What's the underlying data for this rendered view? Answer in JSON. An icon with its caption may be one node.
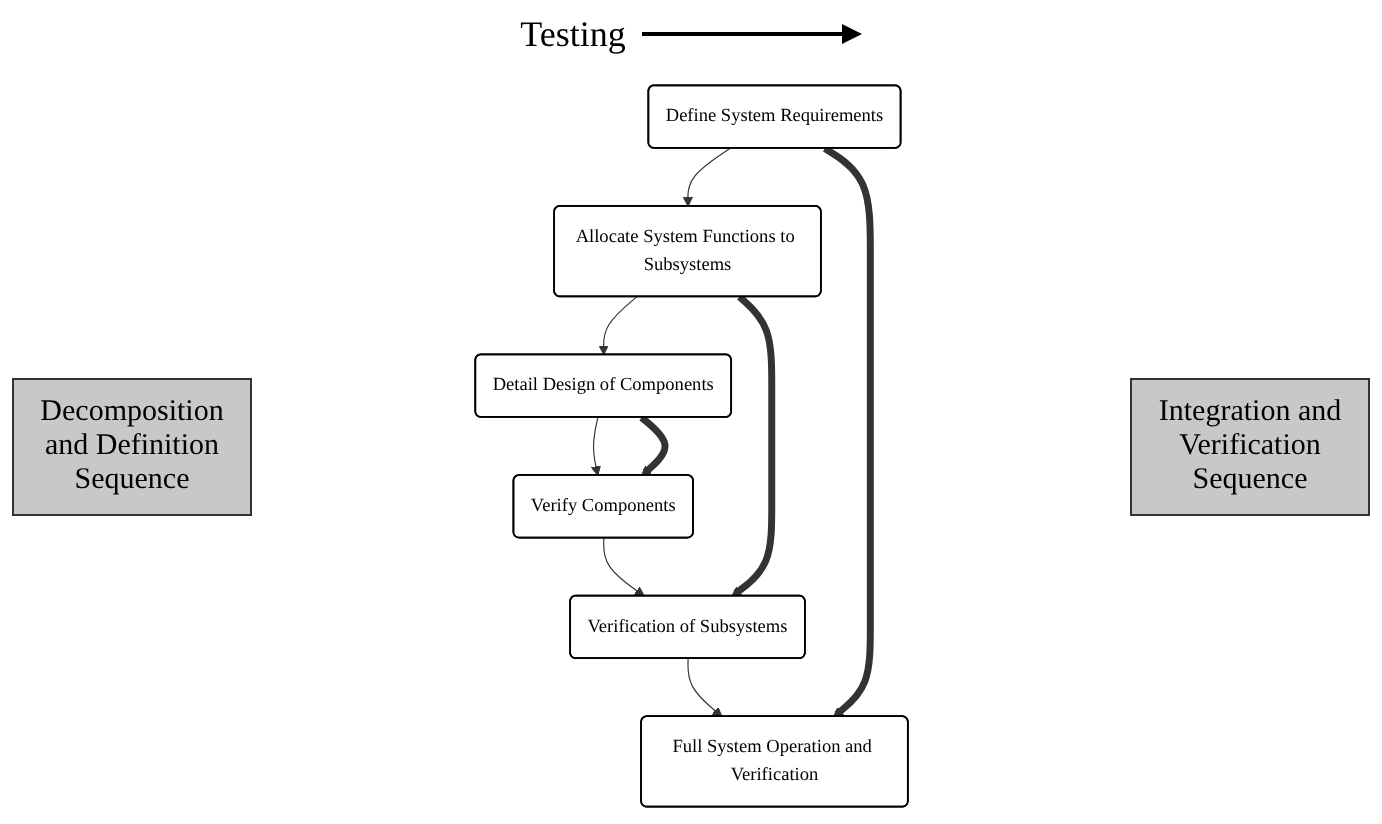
{
  "diagram": {
    "nodes": [
      {
        "text": [
          "Define System Requirements"
        ]
      },
      {
        "text": [
          "Allocate System Functions to Subsystems"
        ]
      },
      {
        "text": [
          "Detail Design of Components"
        ]
      },
      {
        "text": [
          "Verify Components"
        ]
      },
      {
        "text": [
          "Verification of Subsystems"
        ]
      },
      {
        "text": [
          "Full System Operation and Verification"
        ]
      }
    ],
    "edges": [
      {
        "from": 0,
        "to": 1,
        "arrow": "to"
      },
      {
        "from": 1,
        "to": 2,
        "arrow": "to"
      },
      {
        "from": 2,
        "to": 3,
        "arrow": "to"
      },
      {
        "from": 3,
        "to": 4,
        "arrow": "to"
      },
      {
        "from": 4,
        "to": 5,
        "arrow": "to"
      },
      {
        "from": 0,
        "to": 5,
        "arrow": "to",
        "style": "thick"
      },
      {
        "from": 1,
        "to": 4,
        "arrow": "to",
        "style": "thick"
      },
      {
        "from": 2,
        "to": 3,
        "arrow": "to",
        "style": "thick"
      }
    ],
    "labels": [
      "Testing",
      "Decomposition and Definition Sequence",
      "Integration and Verification Sequence"
    ]
  }
}
